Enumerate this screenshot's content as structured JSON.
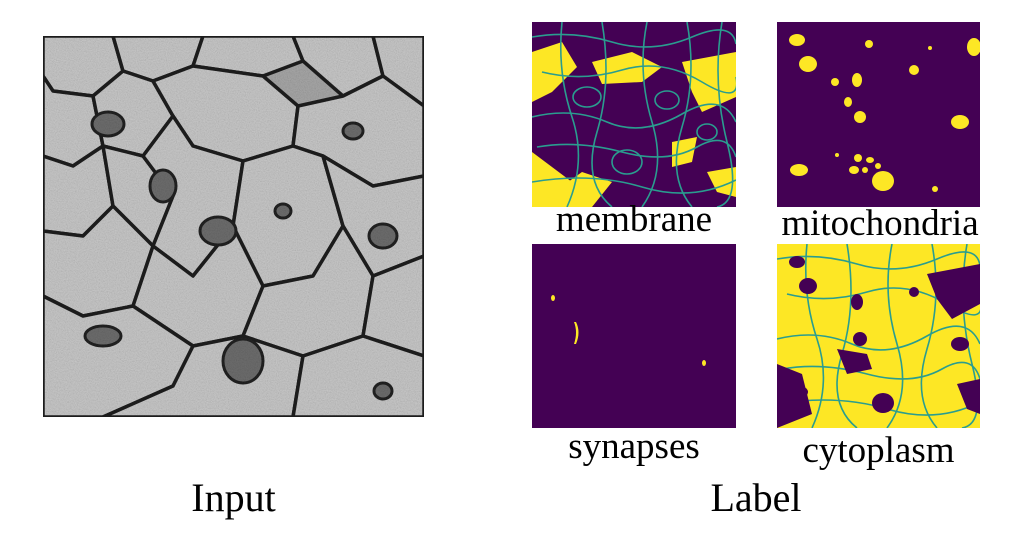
{
  "captions": {
    "input": "Input",
    "label": "Label",
    "membrane": "membrane",
    "mitochondria": "mitochondria",
    "synapses": "synapses",
    "cytoplasm": "cytoplasm"
  },
  "colors": {
    "background": "#440154",
    "foreground": "#fde725",
    "membrane_line": "#2a9d8f",
    "em_gray": "#9a9a9a",
    "em_dark": "#2a2a2a"
  }
}
